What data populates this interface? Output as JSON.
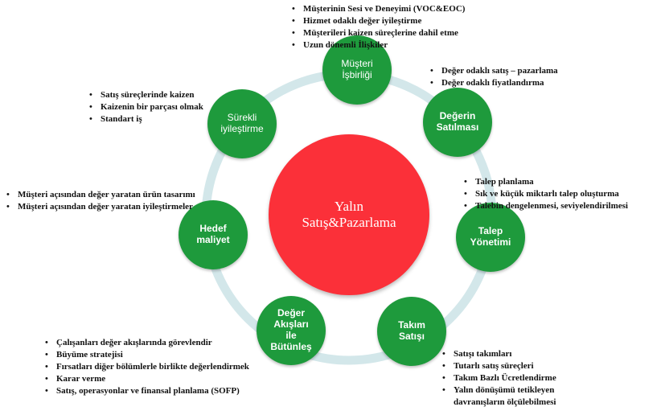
{
  "center": {
    "label": "Yalın\nSatış&Pazarlama"
  },
  "nodes": [
    {
      "label": "Müşteri\nİşbirliği",
      "bullets": [
        "Müşterinin Sesi ve Deneyimi (VOC&EOC)",
        "Hizmet odaklı değer iyileştirme",
        "Müşterileri kaizen süreçlerine dahil etme",
        "Uzun dönemli İlişkiler"
      ]
    },
    {
      "label": "Değerin\nSatılması",
      "bullets": [
        "Değer odaklı satış – pazarlama",
        "Değer odaklı fiyatlandırma"
      ]
    },
    {
      "label": "Talep\nYönetimi",
      "bullets": [
        "Talep planlama",
        "Sık ve küçük miktarlı talep oluşturma",
        "Talebin dengelenmesi, seviyelendirilmesi"
      ]
    },
    {
      "label": "Takım\nSatışı",
      "bullets": [
        "Satışı takımları",
        "Tutarlı satış süreçleri",
        "Takım Bazlı Ücretlendirme",
        "Yalın dönüşümü tetikleyen\ndavranışların ölçülebilmesi"
      ]
    },
    {
      "label": "Değer\nAkışları\nile\nBütünleş",
      "bullets": [
        "Çalışanları değer akışlarında görevlendir",
        "Büyüme stratejisi",
        "Fırsatları diğer bölümlerle birlikte değerlendirmek",
        "Karar verme",
        "Satış, operasyonlar ve finansal planlama (SOFP)"
      ]
    },
    {
      "label": "Hedef\nmaliyet",
      "bullets": [
        "Müşteri açısından değer yaratan ürün tasarımı",
        "Müşteri açısından değer yaratan iyileştirmeler"
      ]
    },
    {
      "label": "Sürekli\niyileştirme",
      "bullets": [
        "Satış süreçlerinde kaizen",
        "Kaizenin bir parçası olmak",
        "Standart iş"
      ]
    }
  ],
  "colors": {
    "ring": "#d3e7ea",
    "node": "#1e9a3c",
    "center": "#fb3039",
    "text": "#111111"
  }
}
